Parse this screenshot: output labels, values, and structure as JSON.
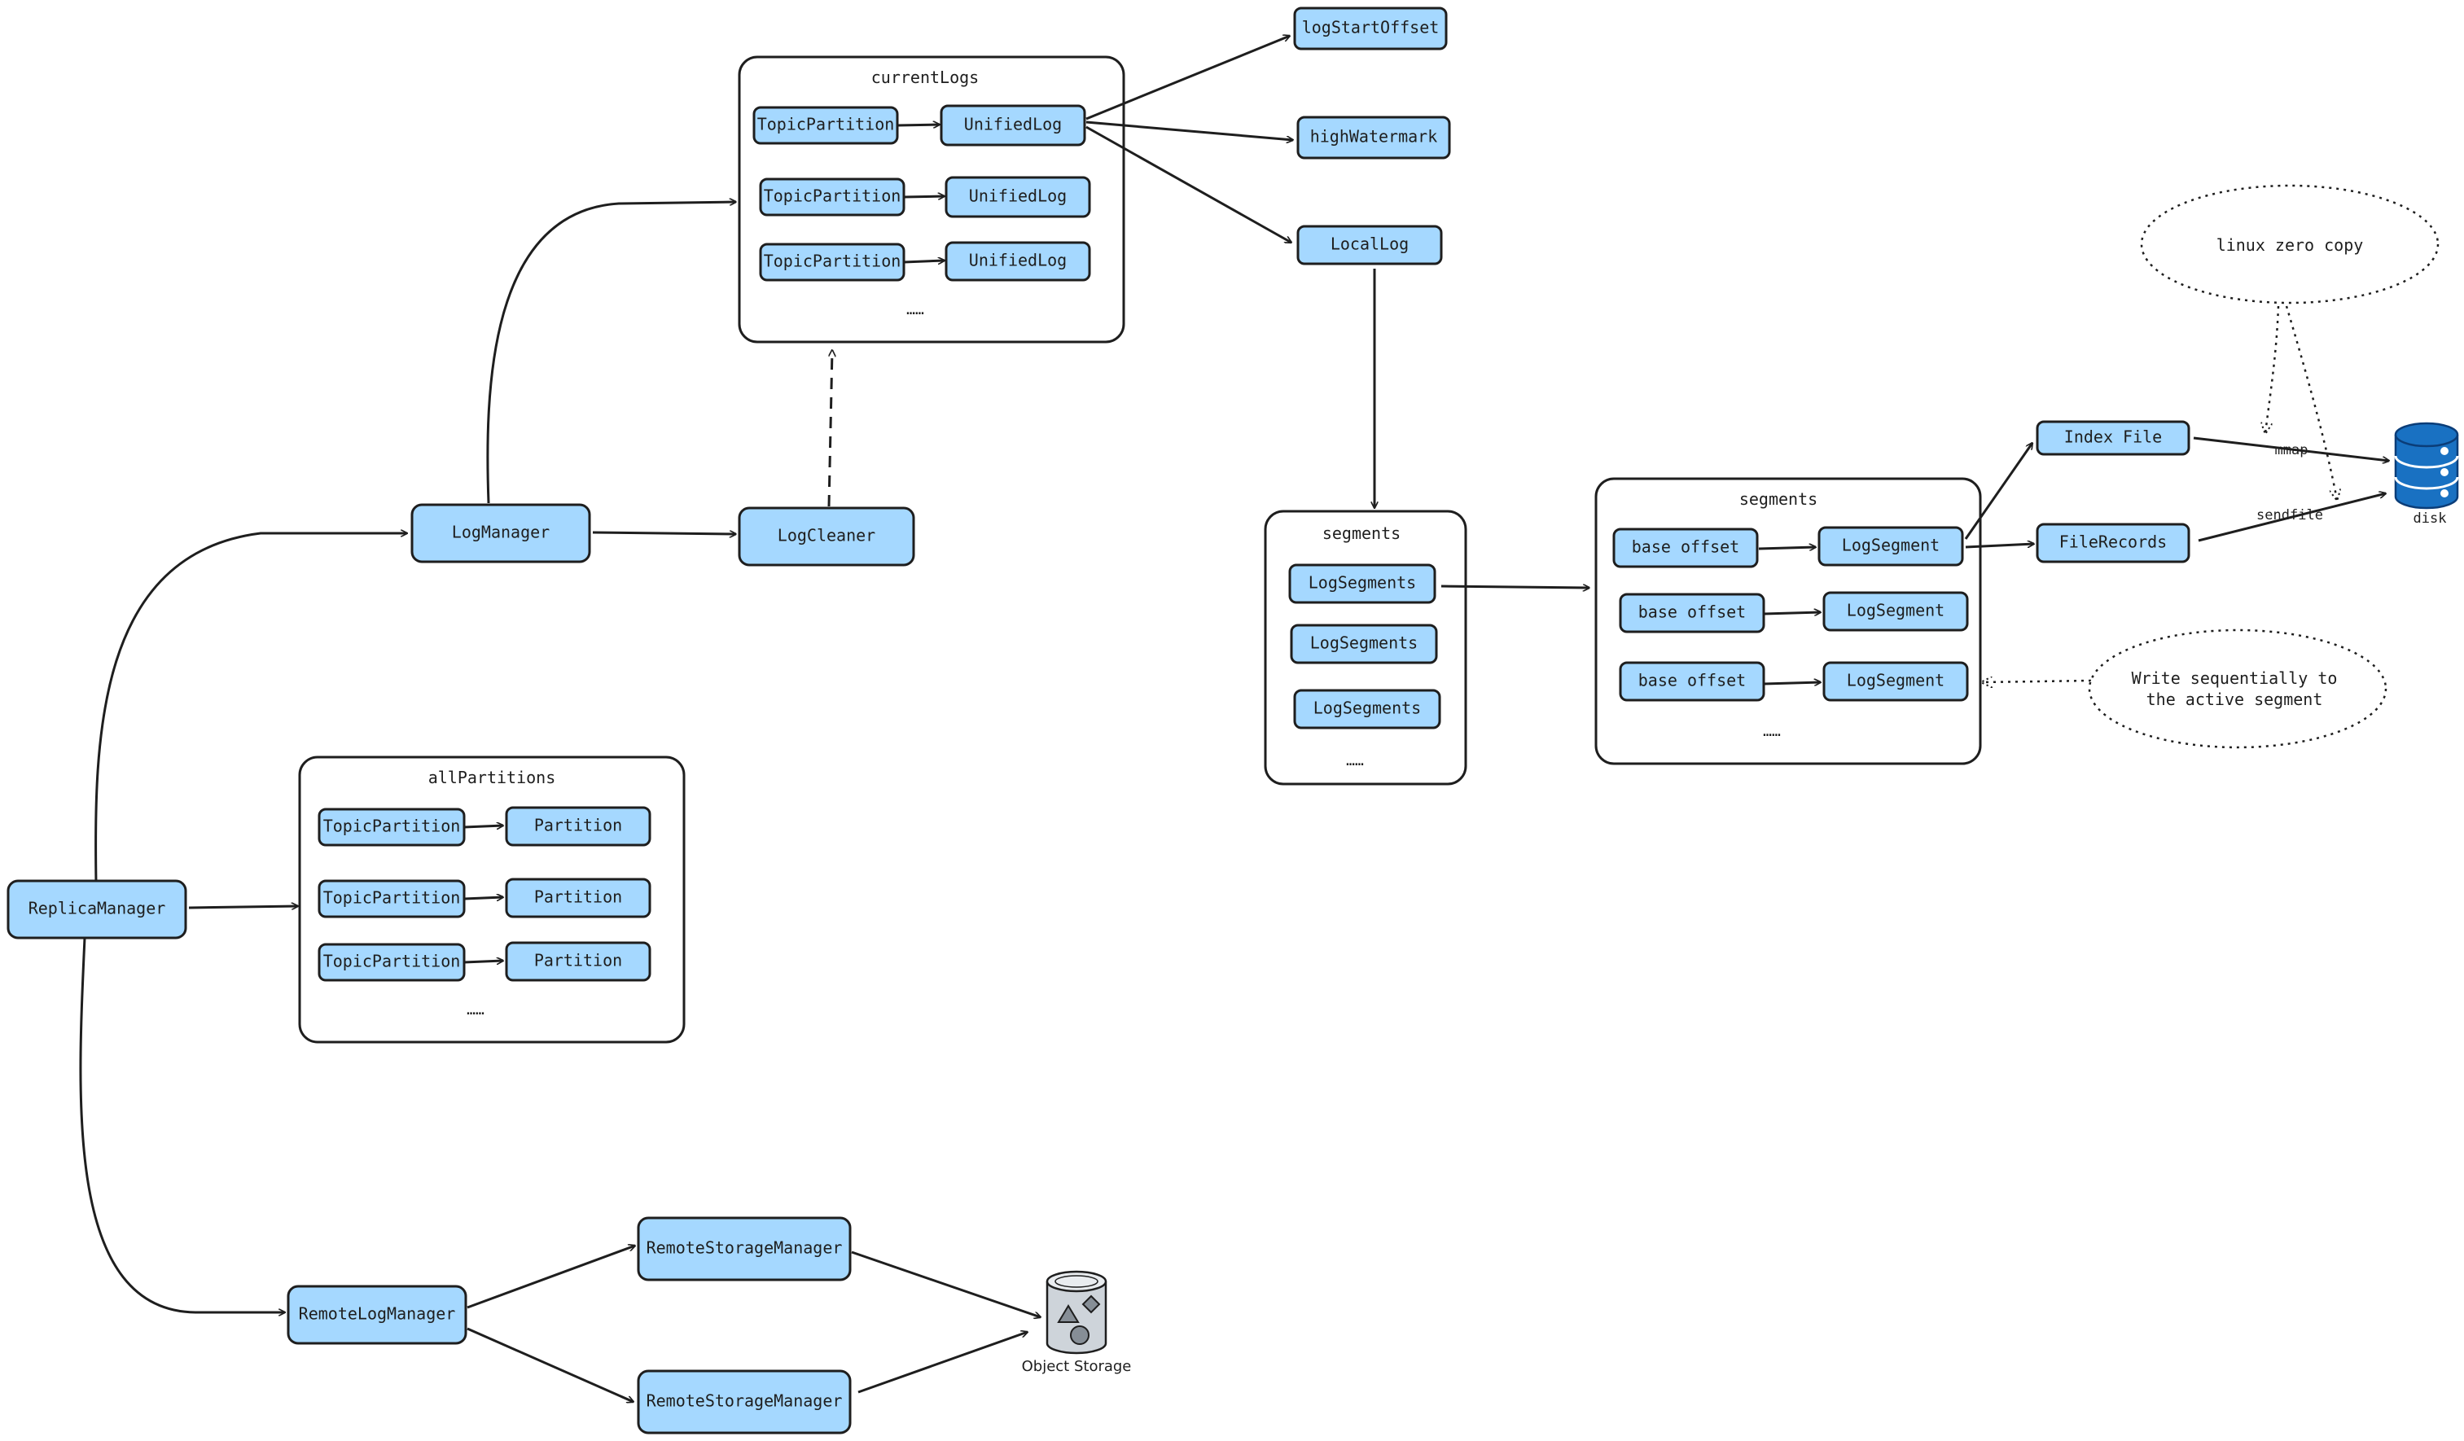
{
  "containers": {
    "currentLogs": {
      "title": "currentLogs",
      "more": "……"
    },
    "allPartitions": {
      "title": "allPartitions",
      "more": "……"
    },
    "segmentsMid": {
      "title": "segments",
      "more": "……"
    },
    "segmentsRight": {
      "title": "segments",
      "more": "……"
    }
  },
  "nodes": {
    "replicaManager": "ReplicaManager",
    "logManager": "LogManager",
    "logCleaner": "LogCleaner",
    "remoteLogManager": "RemoteLogManager",
    "remoteStorageManager1": "RemoteStorageManager",
    "remoteStorageManager2": "RemoteStorageManager",
    "currentLogs": [
      {
        "key": "TopicPartition",
        "value": "UnifiedLog"
      },
      {
        "key": "TopicPartition",
        "value": "UnifiedLog"
      },
      {
        "key": "TopicPartition",
        "value": "UnifiedLog"
      }
    ],
    "allPartitions": [
      {
        "key": "TopicPartition",
        "value": "Partition"
      },
      {
        "key": "TopicPartition",
        "value": "Partition"
      },
      {
        "key": "TopicPartition",
        "value": "Partition"
      }
    ],
    "logStartOffset": "logStartOffset",
    "highWatermark": "highWatermark",
    "localLog": "LocalLog",
    "logSegmentsList": [
      "LogSegments",
      "LogSegments",
      "LogSegments"
    ],
    "segmentRows": [
      {
        "key": "base offset",
        "value": "LogSegment"
      },
      {
        "key": "base offset",
        "value": "LogSegment"
      },
      {
        "key": "base offset",
        "value": "LogSegment"
      }
    ],
    "indexFile": "Index File",
    "fileRecords": "FileRecords"
  },
  "labels": {
    "mmap": "mmap",
    "sendfile": "sendfile",
    "disk": "disk",
    "objectStorage": "Object Storage",
    "zeroCopy": "linux zero copy",
    "writeSeq1": "Write sequentially to",
    "writeSeq2": "the active segment"
  },
  "colors": {
    "nodeFill": "#a5d8ff",
    "stroke": "#1e1e1e",
    "diskBlue": "#1971c2",
    "objectStorageFill": "#ced4da"
  },
  "icons": {
    "disk": "database-icon",
    "objectStorage": "object-storage-icon"
  }
}
